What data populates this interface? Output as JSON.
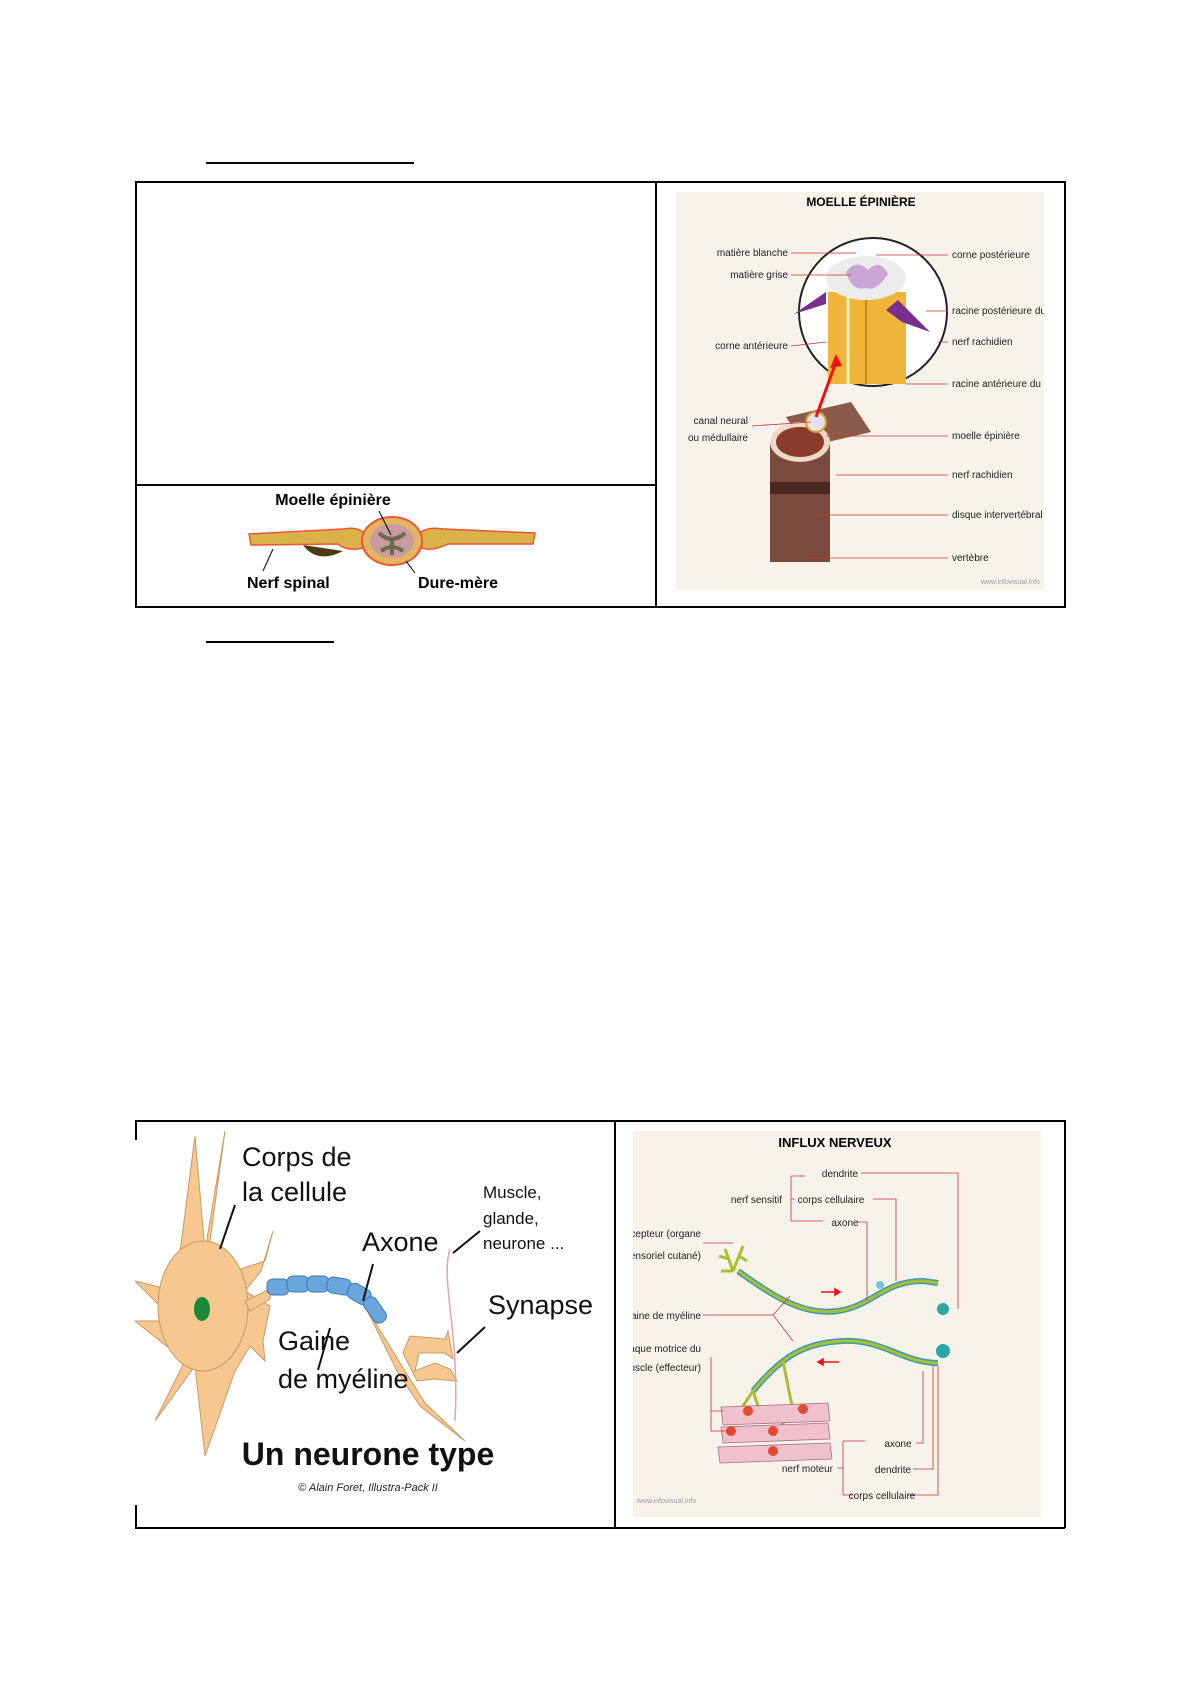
{
  "spinal_cord_section": {
    "small_diagram": {
      "label_top": "Moelle épinière",
      "label_left": "Nerf spinal",
      "label_right": "Dure-mère"
    },
    "moelle_diagram": {
      "title": "MOELLE ÉPINIÈRE",
      "left_labels": [
        "matière blanche",
        "matière grise",
        "corne antérieure",
        "canal neural",
        "ou médullaire"
      ],
      "right_labels": [
        "corne postérieure",
        "racine postérieure du nerf",
        "nerf rachidien",
        "racine antérieure du nerf",
        "moelle épinière",
        "nerf rachidien",
        "disque intervertébral",
        "vertèbre"
      ],
      "watermark": "www.infovisual.info"
    }
  },
  "neuron_section": {
    "neuron_diagram": {
      "cell_body_1": "Corps de",
      "cell_body_2": "la cellule",
      "axon": "Axone",
      "target_1": "Muscle,",
      "target_2": "glande,",
      "target_3": "neurone ...",
      "synapse": "Synapse",
      "myelin_1": "Gaine",
      "myelin_2": "de myéline",
      "title": "Un neurone type",
      "credit": "© Alain Foret, Illustra-Pack II"
    },
    "influx_diagram": {
      "title": "INFLUX NERVEUX",
      "dendrite_top": "dendrite",
      "sensory_nerve": "nerf sensitif",
      "cell_body_top": "corps cellulaire",
      "axon_top": "axone",
      "receptor_1": "récepteur (organe",
      "receptor_2": "sensoriel cutané)",
      "myelin": "gaine de myéline",
      "motor_plate_1": "plaque motrice du",
      "motor_plate_2": "muscle (effecteur)",
      "axon_bottom": "axone",
      "motor_nerve": "nerf moteur",
      "dendrite_bottom": "dendrite",
      "cell_body_bottom": "corps cellulaire",
      "watermark": "www.infovisual.info"
    }
  }
}
